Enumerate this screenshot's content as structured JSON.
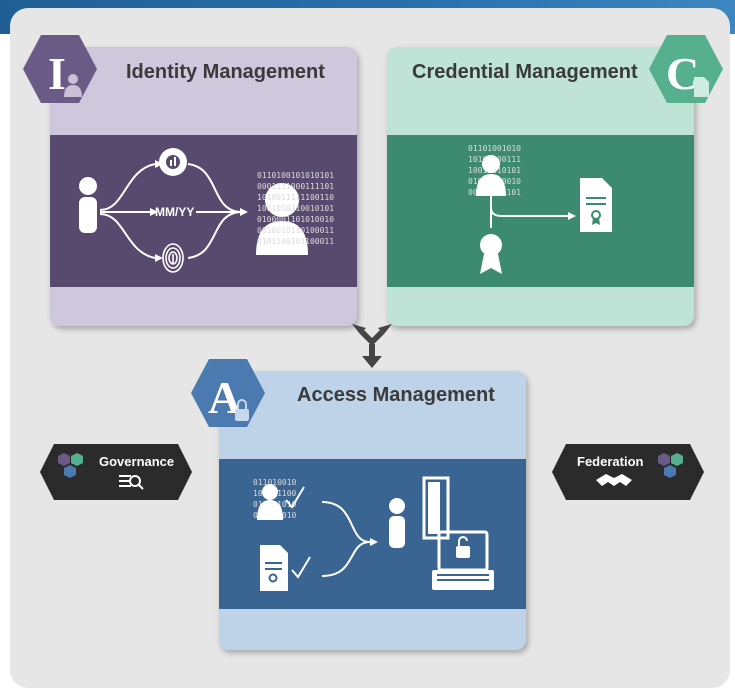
{
  "colors": {
    "identity_card": "#cfc7db",
    "identity_band": "#574a6e",
    "identity_hex": "#6a5a86",
    "credential_card": "#bfe3d6",
    "credential_band": "#3c8b71",
    "credential_hex": "#56b08f",
    "access_card": "#bfd3e8",
    "access_band": "#3a6592",
    "access_hex": "#4a7ab0",
    "pill_bg": "#2b2b2b"
  },
  "identity": {
    "title": "Identity Management",
    "hex_letter": "I",
    "date_label": "MM/YY",
    "binary": "0110100101010101\n0001111000111101\n1010011111100110\n1001010110010101\n0100001101010010\n0010010110100011\n0101100101100011"
  },
  "credential": {
    "title": "Credential Management",
    "hex_letter": "C",
    "binary": "01101001010\n10101100111\n10011010101\n01000110010\n00011001101"
  },
  "access": {
    "title": "Access Management",
    "hex_letter": "A",
    "binary": "011010010\n101011100\n011001010\n001101010"
  },
  "governance": {
    "label": "Governance"
  },
  "federation": {
    "label": "Federation"
  }
}
